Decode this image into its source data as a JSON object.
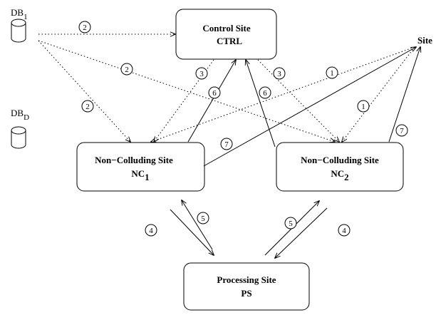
{
  "databases": {
    "db1": {
      "label": "DB",
      "sub": "1"
    },
    "dbD": {
      "label": "DB",
      "sub": "D"
    }
  },
  "sites": {
    "ctrl": {
      "line1": "Control Site",
      "line2": "CTRL"
    },
    "nc1": {
      "line1": "Non−Colluding Site",
      "line2": "NC",
      "sub": "1"
    },
    "nc2": {
      "line1": "Non−Colluding Site",
      "line2": "NC",
      "sub": "2"
    },
    "ps": {
      "line1": "Processing Site",
      "line2": "PS"
    },
    "site": {
      "label": "Site"
    }
  },
  "steps": {
    "s1": "1",
    "s2": "2",
    "s3": "3",
    "s4": "4",
    "s5": "5",
    "s6": "6",
    "s7": "7"
  }
}
